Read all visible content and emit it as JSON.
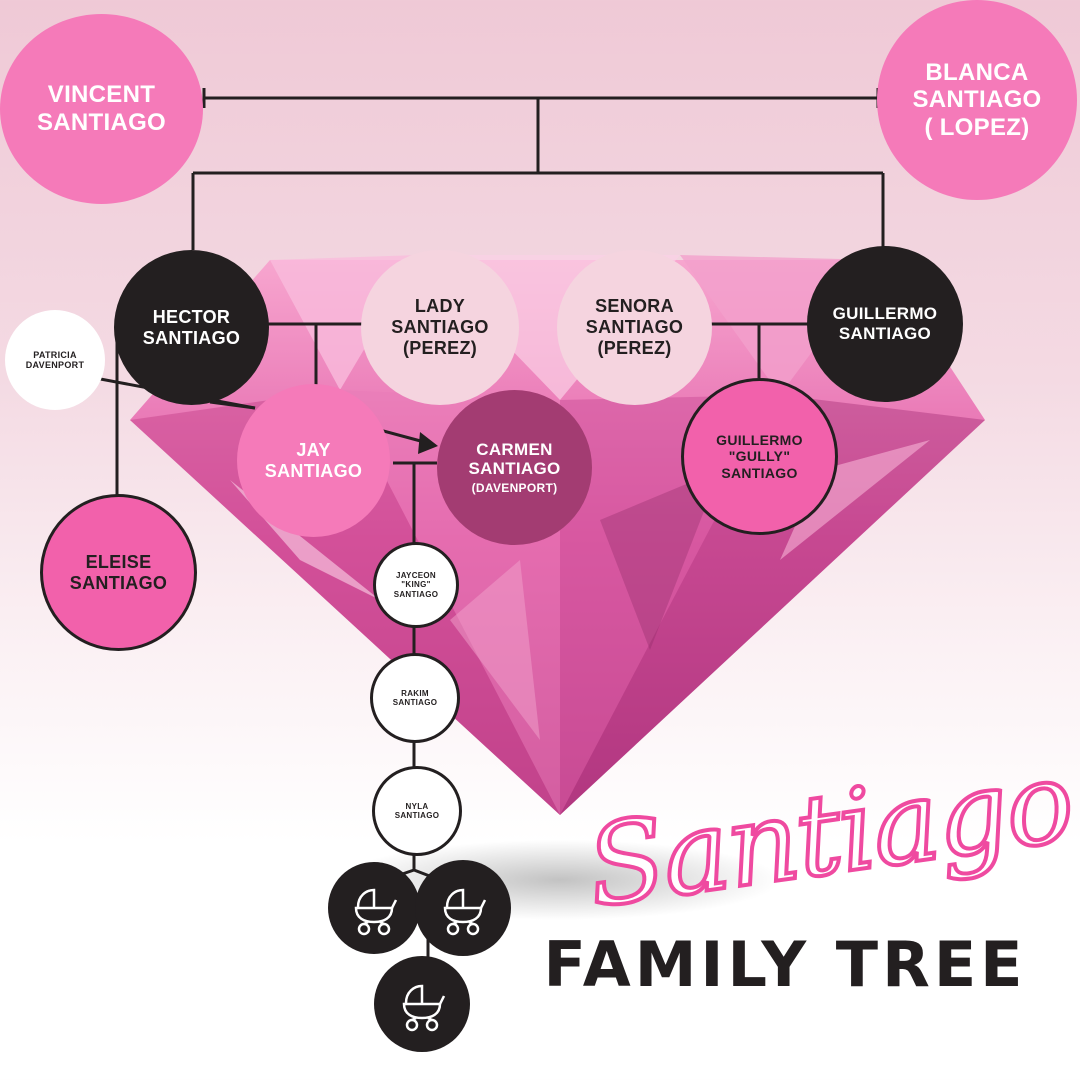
{
  "title": {
    "script": "Santiago",
    "main": "FAMILY TREE"
  },
  "people": {
    "vincent": "VINCENT\nSANTIAGO",
    "blanca": "BLANCA\nSANTIAGO\n( LOPEZ)",
    "hector": "HECTOR\nSANTIAGO",
    "lady": "LADY\nSANTIAGO\n(PEREZ)",
    "senora": "SENORA\nSANTIAGO\n(PEREZ)",
    "guillermo": "GUILLERMO\nSANTIAGO",
    "patricia": "PATRICIA\nDAVENPORT",
    "jay": "JAY\nSANTIAGO",
    "carmen": "CARMEN\nSANTIAGO",
    "carmen_maiden": "(DAVENPORT)",
    "gully": "GUILLERMO\n\"GULLY\"\nSANTIAGO",
    "eleise": "ELEISE\nSANTIAGO",
    "jayceon": "JAYCEON\n\"KING\"\nSANTIAGO",
    "rakim": "RAKIM\nSANTIAGO",
    "nyla": "NYLA\nSANTIAGO"
  },
  "colors": {
    "pink": "#f57ab9",
    "black": "#231f20",
    "lightpink": "#f5d4df",
    "plum": "#a33c72",
    "accent": "#ef4aa0"
  },
  "icons": [
    "baby-carriage-icon",
    "baby-carriage-icon",
    "baby-carriage-icon"
  ]
}
